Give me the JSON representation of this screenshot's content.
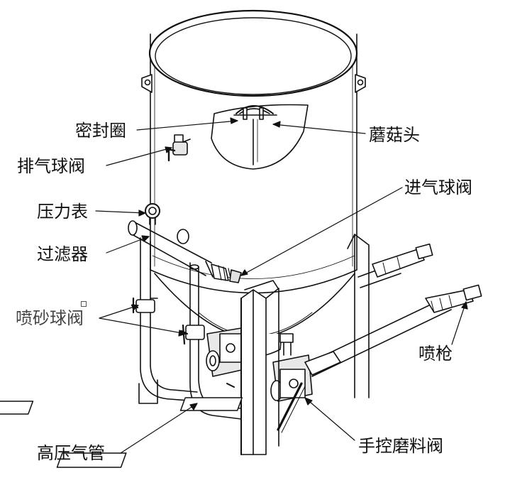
{
  "labels": {
    "seal_ring": "密封圈",
    "mushroom_head": "蘑菇头",
    "exhaust_ball_valve": "排气球阀",
    "intake_ball_valve": "进气球阀",
    "pressure_gauge": "压力表",
    "filter": "过滤器",
    "sandblast_ball_valve": "喷砂球阀",
    "spray_gun": "喷枪",
    "high_pressure_air_pipe": "高压气管",
    "manual_abrasive_valve": "手控磨料阀"
  },
  "colors": {
    "line": "#111111",
    "fill": "#ffffff",
    "shade": "#d9d9d9",
    "dark": "#8a8a8a"
  }
}
